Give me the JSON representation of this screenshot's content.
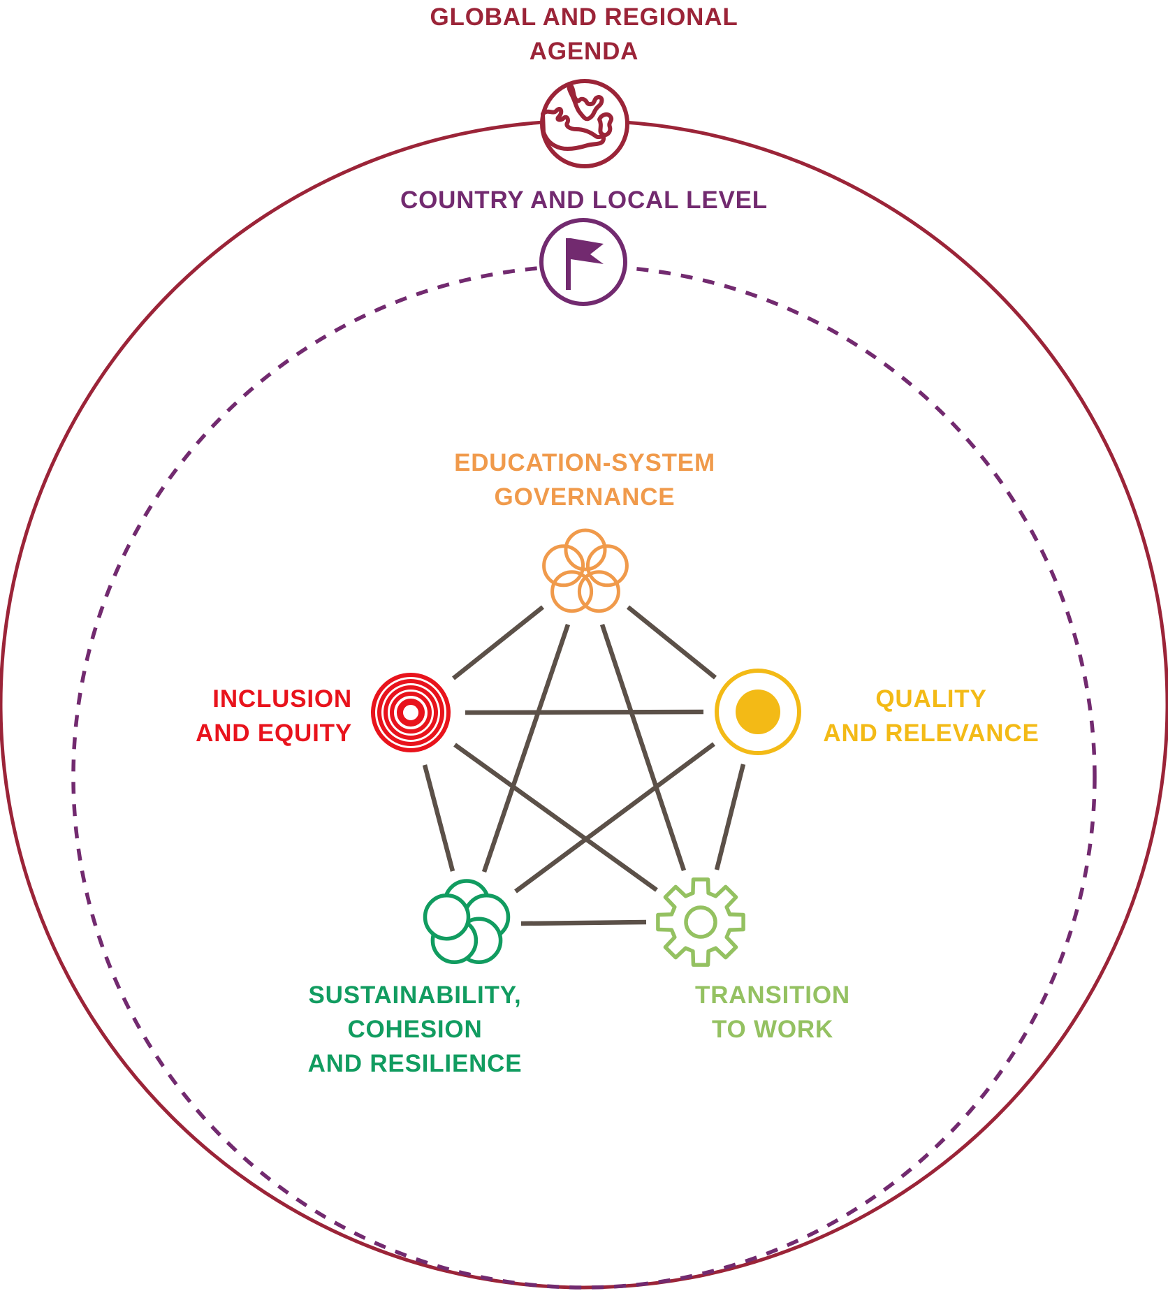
{
  "levels": {
    "global_regional": {
      "label_lines": [
        "GLOBAL AND REGIONAL",
        "AGENDA"
      ],
      "icon": "globe-icon",
      "color": "#9b2438",
      "ring": "solid circle"
    },
    "country_local": {
      "label_lines": [
        "COUNTRY AND LOCAL LEVEL"
      ],
      "icon": "flag-icon",
      "color": "#722a6f",
      "ring": "dashed circle"
    }
  },
  "priorities": [
    {
      "id": "education-system-governance",
      "label_lines": [
        "EDUCATION-SYSTEM",
        "GOVERNANCE"
      ],
      "icon": "interlocking-circles-icon",
      "color": "#f09a4b"
    },
    {
      "id": "inclusion-and-equity",
      "label_lines": [
        "INCLUSION",
        "AND EQUITY"
      ],
      "icon": "concentric-rings-icon",
      "color": "#e8131c"
    },
    {
      "id": "quality-and-relevance",
      "label_lines": [
        "QUALITY",
        "AND RELEVANCE"
      ],
      "icon": "dot-in-circle-icon",
      "color": "#f3ba16"
    },
    {
      "id": "sustainability-cohesion-resilience",
      "label_lines": [
        "SUSTAINABILITY,",
        "COHESION",
        "AND RESILIENCE"
      ],
      "icon": "rosette-icon",
      "color": "#119c60"
    },
    {
      "id": "transition-to-work",
      "label_lines": [
        "TRANSITION",
        "TO WORK"
      ],
      "icon": "gear-icon",
      "color": "#94c161"
    }
  ],
  "connectors": {
    "style": "complete graph linking the five priorities",
    "color": "#5b5048"
  }
}
